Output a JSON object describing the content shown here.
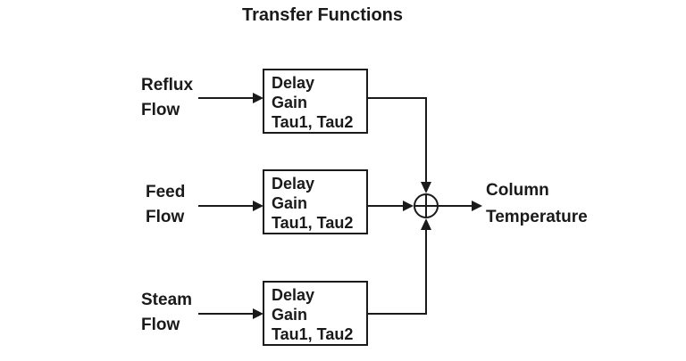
{
  "title": "Transfer Functions",
  "colors": {
    "background": "#ffffff",
    "ink": "#1a1a1a"
  },
  "inputs": [
    {
      "line1": "Reflux",
      "line2": "Flow"
    },
    {
      "line1": "Feed",
      "line2": "Flow"
    },
    {
      "line1": "Steam",
      "line2": "Flow"
    }
  ],
  "blocks": [
    {
      "lines": [
        "Delay",
        "Gain",
        "Tau1, Tau2"
      ]
    },
    {
      "lines": [
        "Delay",
        "Gain",
        "Tau1, Tau2"
      ]
    },
    {
      "lines": [
        "Delay",
        "Gain",
        "Tau1, Tau2"
      ]
    }
  ],
  "summing_junction": {
    "icon": "circle-plus-icon"
  },
  "output": {
    "line1": "Column",
    "line2": "Temperature"
  }
}
